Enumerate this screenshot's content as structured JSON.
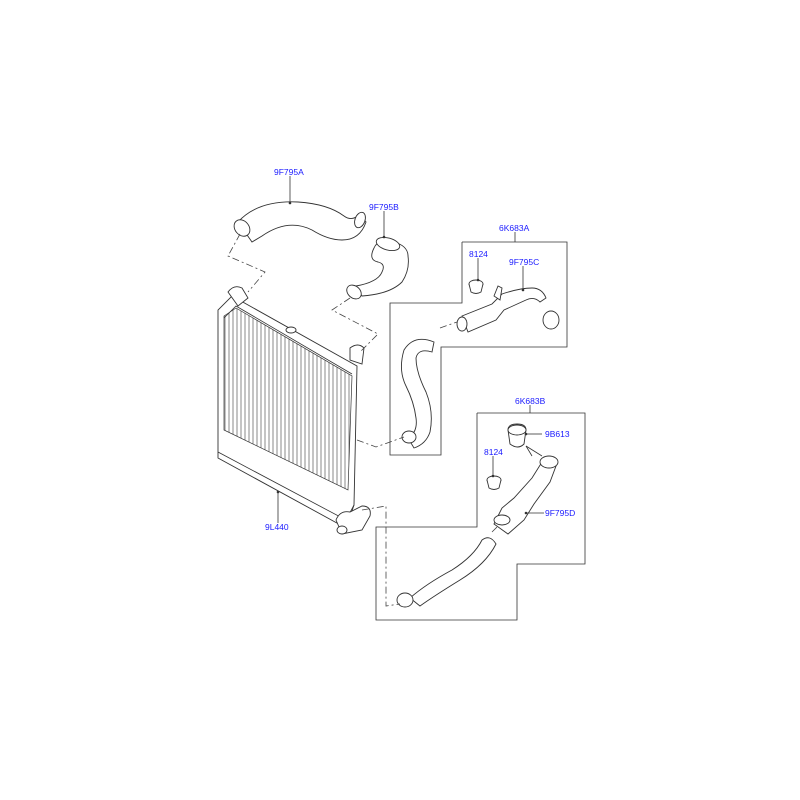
{
  "diagram": {
    "labels": {
      "hose_upper": "9F795A",
      "hose_right": "9F795B",
      "kit_a": "6K683A",
      "plug_a": "8124",
      "pipe_c": "9F795C",
      "kit_b": "6K683B",
      "seal": "9B613",
      "plug_b": "8124",
      "pipe_d": "9F795D",
      "intercooler": "9L440"
    },
    "colors": {
      "label": "#1a1aff",
      "line": "#333333"
    }
  }
}
